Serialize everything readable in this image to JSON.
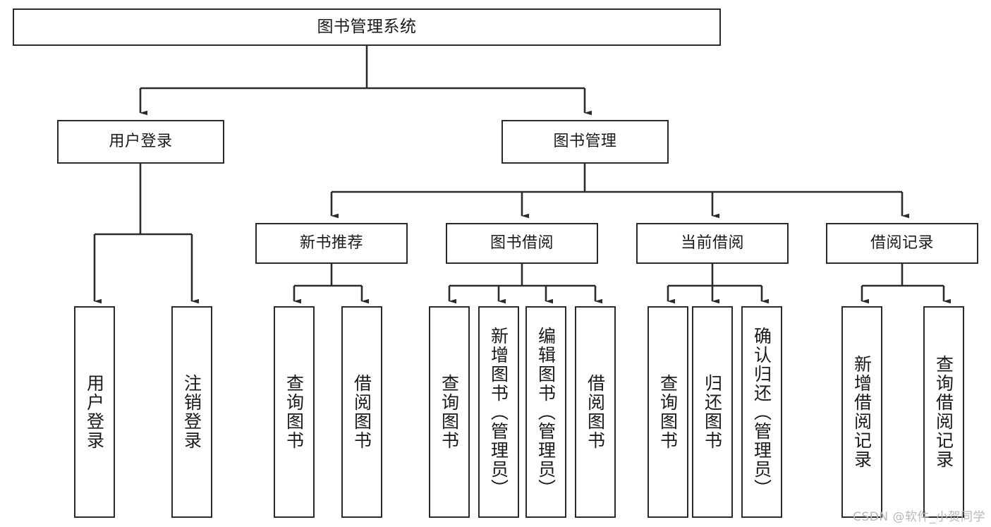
{
  "diagram": {
    "title": "图书管理系统",
    "watermark": "CSDN @软件_小贺同学",
    "style": {
      "box_border_color": "#2b2b2b",
      "box_fill_color": "#ffffff",
      "edge_color": "#2b2b2b",
      "background_color": "#ffffff",
      "watermark_color": "#b8b8b8"
    },
    "nodes": {
      "root": {
        "label": "图书管理系统",
        "level": 0
      },
      "n_login": {
        "label": "用户登录",
        "level": 1
      },
      "n_book_mgmt": {
        "label": "图书管理",
        "level": 1
      },
      "n_new_book": {
        "label": "新书推荐",
        "level": 2
      },
      "n_borrow": {
        "label": "图书借阅",
        "level": 2
      },
      "n_current": {
        "label": "当前借阅",
        "level": 2
      },
      "n_record": {
        "label": "借阅记录",
        "level": 2
      },
      "l_user_login": {
        "label": "用户登录",
        "level": 3
      },
      "l_user_logout": {
        "label": "注销登录",
        "level": 3
      },
      "l_nb_query": {
        "label": "查询图书",
        "level": 3
      },
      "l_nb_borrow": {
        "label": "借阅图书",
        "level": 3
      },
      "l_bb_query": {
        "label": "查询图书",
        "level": 3
      },
      "l_bb_add": {
        "label": "新增图书（管理员）",
        "level": 3
      },
      "l_bb_edit": {
        "label": "编辑图书（管理员）",
        "level": 3
      },
      "l_bb_borrow": {
        "label": "借阅图书",
        "level": 3
      },
      "l_cb_query": {
        "label": "查询图书",
        "level": 3
      },
      "l_cb_return": {
        "label": "归还图书",
        "level": 3
      },
      "l_cb_confirm": {
        "label": "确认归还（管理员）",
        "level": 3
      },
      "l_br_add": {
        "label": "新增借阅记录",
        "level": 3
      },
      "l_br_query": {
        "label": "查询借阅记录",
        "level": 3
      }
    },
    "edges": [
      {
        "from": "root",
        "to": "n_login"
      },
      {
        "from": "root",
        "to": "n_book_mgmt"
      },
      {
        "from": "n_login",
        "to": "l_user_login"
      },
      {
        "from": "n_login",
        "to": "l_user_logout"
      },
      {
        "from": "n_book_mgmt",
        "to": "n_new_book"
      },
      {
        "from": "n_book_mgmt",
        "to": "n_borrow"
      },
      {
        "from": "n_book_mgmt",
        "to": "n_current"
      },
      {
        "from": "n_book_mgmt",
        "to": "n_record"
      },
      {
        "from": "n_new_book",
        "to": "l_nb_query"
      },
      {
        "from": "n_new_book",
        "to": "l_nb_borrow"
      },
      {
        "from": "n_borrow",
        "to": "l_bb_query"
      },
      {
        "from": "n_borrow",
        "to": "l_bb_add"
      },
      {
        "from": "n_borrow",
        "to": "l_bb_edit"
      },
      {
        "from": "n_borrow",
        "to": "l_bb_borrow"
      },
      {
        "from": "n_current",
        "to": "l_cb_query"
      },
      {
        "from": "n_current",
        "to": "l_cb_return"
      },
      {
        "from": "n_current",
        "to": "l_cb_confirm"
      },
      {
        "from": "n_record",
        "to": "l_br_add"
      },
      {
        "from": "n_record",
        "to": "l_br_query"
      }
    ]
  }
}
